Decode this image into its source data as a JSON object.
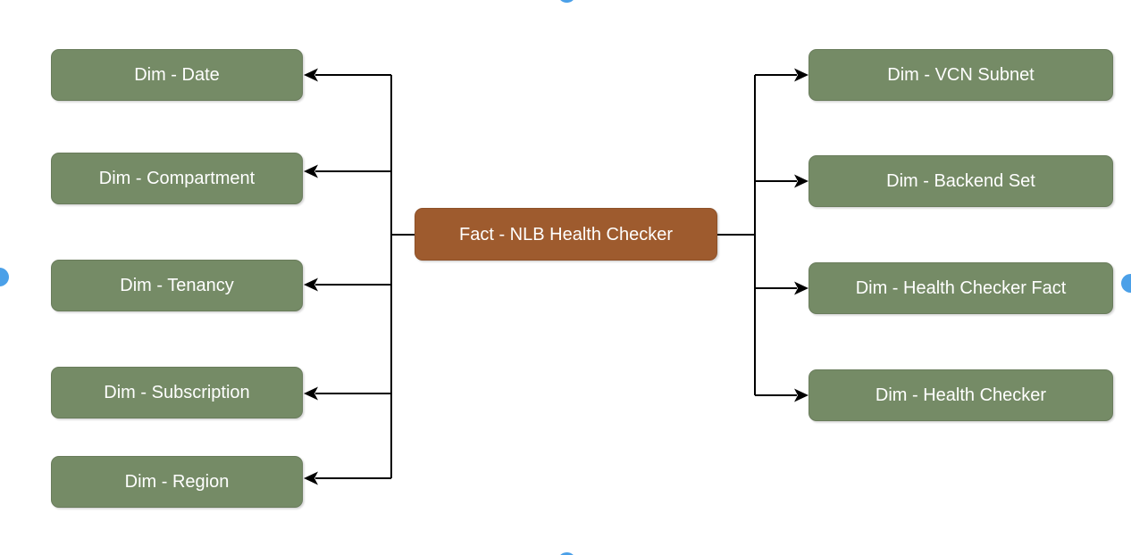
{
  "fact": {
    "label": "Fact - NLB Health Checker"
  },
  "left_dimensions": [
    "Dim - Date",
    "Dim - Compartment",
    "Dim - Tenancy",
    "Dim - Subscription",
    "Dim - Region"
  ],
  "right_dimensions": [
    "Dim - VCN Subnet",
    "Dim - Backend Set",
    "Dim - Health Checker Fact",
    "Dim - Health Checker"
  ],
  "colors": {
    "dim_fill": "#758B66",
    "fact_fill": "#9E5B2E",
    "connector": "#000000",
    "text": "#FFFFFF",
    "handle": "#4BA0E8",
    "background": "#FFFFFF"
  }
}
